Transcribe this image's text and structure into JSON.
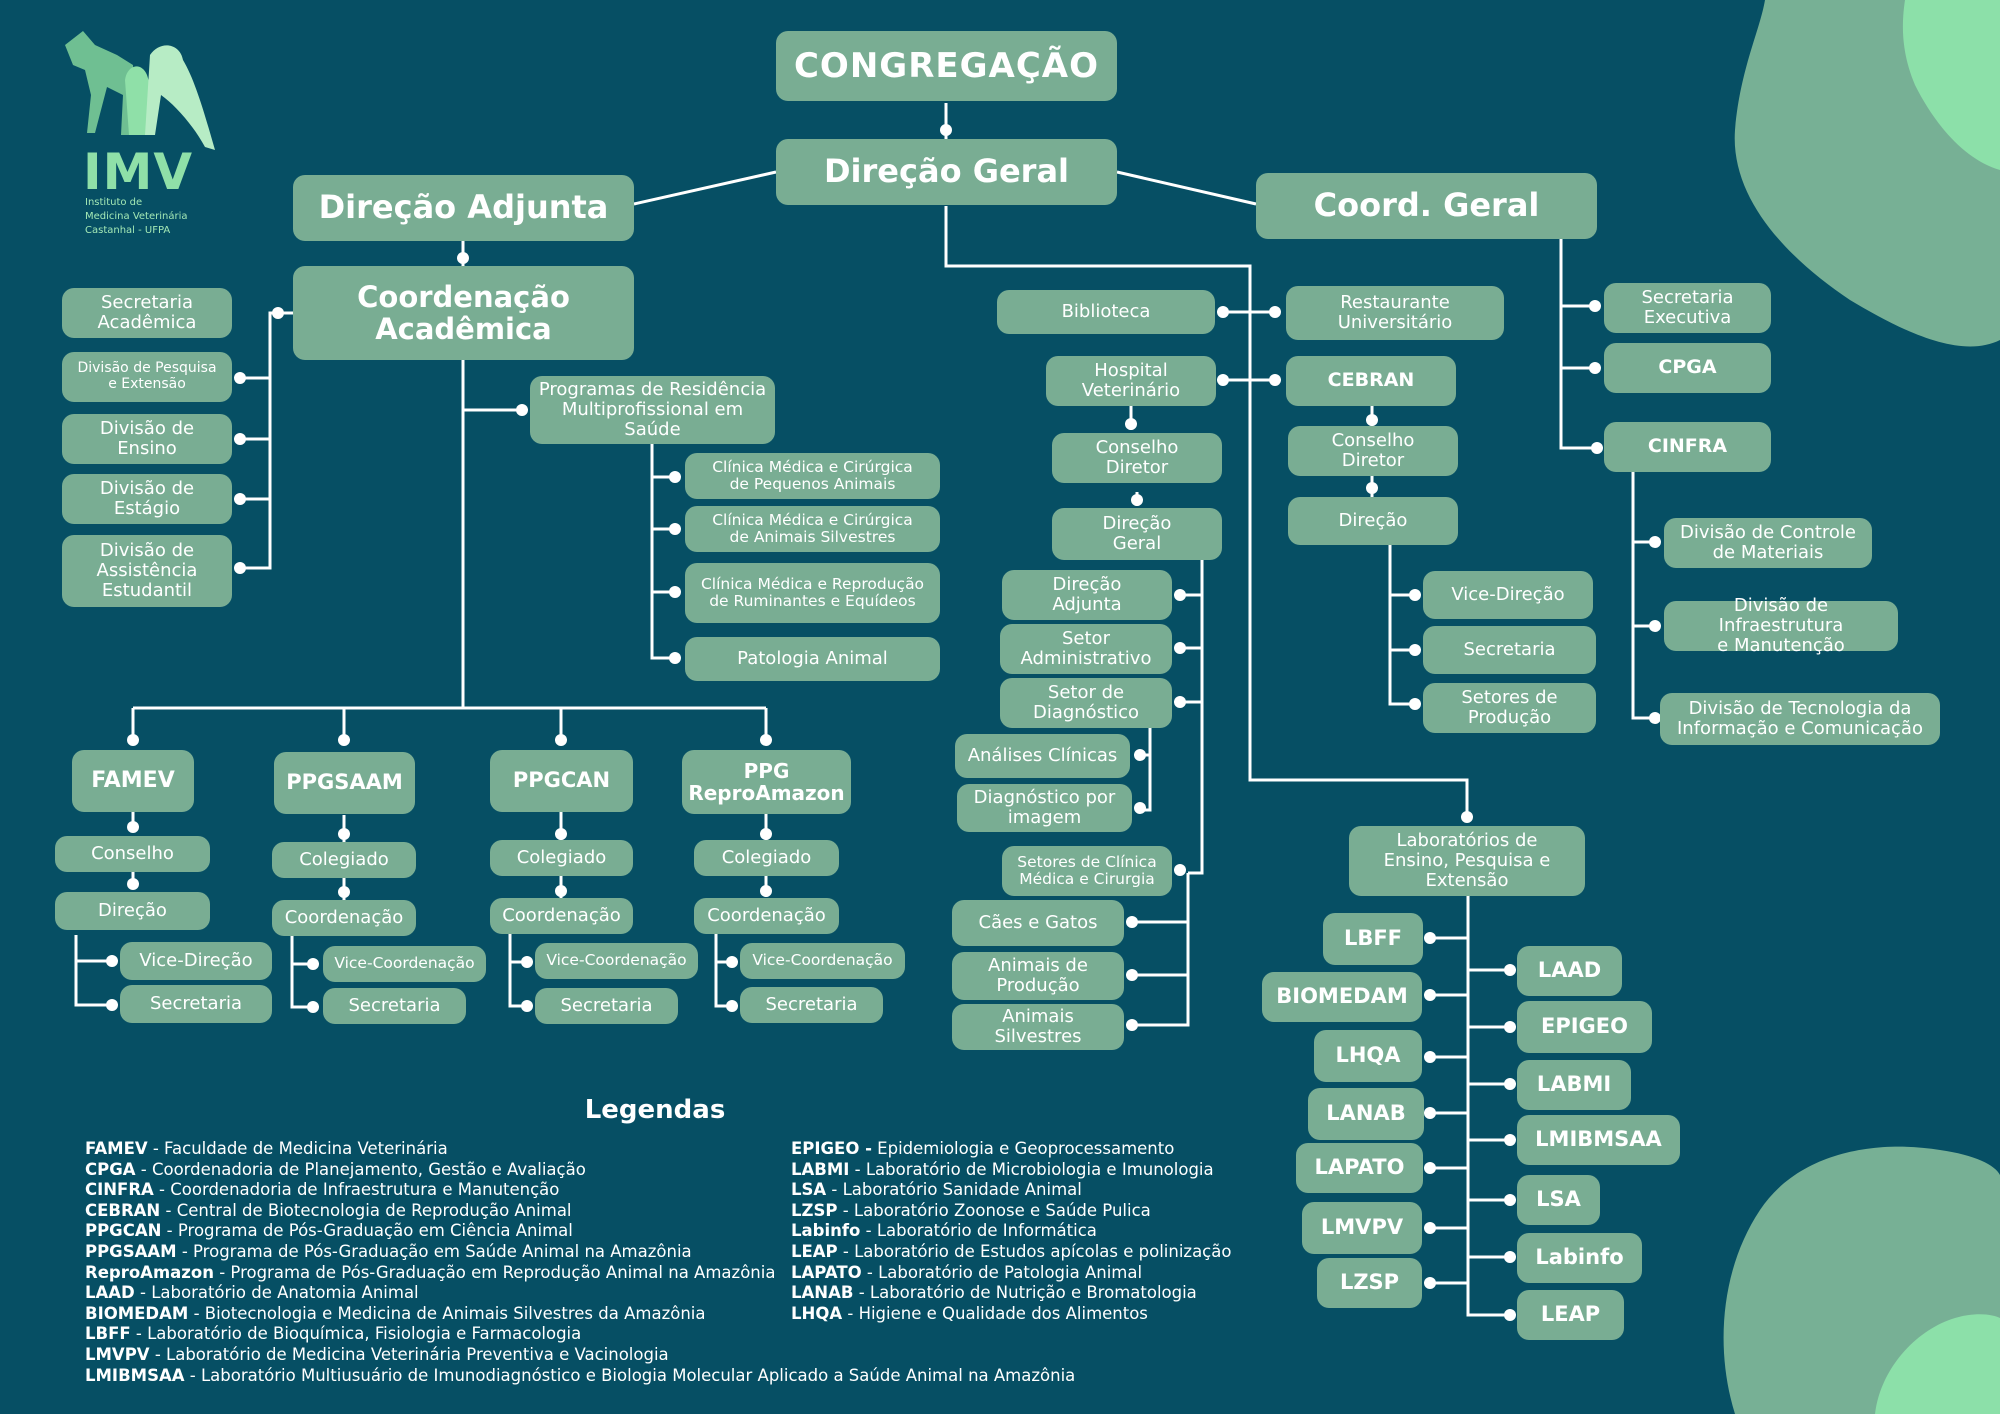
{
  "logo": {
    "abbr": "IMV",
    "lines": [
      "Instituto de",
      "Medicina Veterinária",
      "Castanhal - UFPA"
    ]
  },
  "colors": {
    "background": "#064f64",
    "box": "#79ad93",
    "accent_light": "#8ce0a9",
    "accent_mid": "#77b095",
    "line": "#ffffff"
  },
  "nodes": {
    "congregacao": "CONGREGAÇÃO",
    "direcao_geral": "Direção Geral",
    "direcao_adjunta": "Direção Adjunta",
    "coord_geral": "Coord. Geral",
    "coord_academica": "Coordenação\nAcadêmica",
    "secretaria_academica": "Secretaria\nAcadêmica",
    "divisao_pesquisa": "Divisão de Pesquisa\ne Extensão",
    "divisao_ensino": "Divisão de\nEnsino",
    "divisao_estagio": "Divisão de\nEstágio",
    "divisao_assistencia": "Divisão de\nAssistência\nEstudantil",
    "programas_residencia": "Programas de Residência\nMultiprofissional em\nSaúde",
    "clinica_pequenos": "Clínica Médica e Cirúrgica\nde Pequenos Animais",
    "clinica_silvestres": "Clínica Médica e Cirúrgica\nde Animais Silvestres",
    "clinica_ruminantes": "Clínica Médica e Reprodução\nde Ruminantes e Equídeos",
    "patologia_animal": "Patologia Animal",
    "famev": "FAMEV",
    "ppgsaam": "PPGSAAM",
    "ppgcan": "PPGCAN",
    "ppg_reproamazon": "PPG\nReproAmazon",
    "conselho": "Conselho",
    "direcao": "Direção",
    "vice_direcao": "Vice-Direção",
    "secretaria": "Secretaria",
    "colegiado": "Colegiado",
    "coordenacao": "Coordenação",
    "vice_coordenacao": "Vice-Coordenação",
    "biblioteca": "Biblioteca",
    "restaurante": "Restaurante\nUniversitário",
    "hospital": "Hospital\nVeterinário",
    "cebran": "CEBRAN",
    "conselho_diretor": "Conselho\nDiretor",
    "direcao_geral_hv": "Direção\nGeral",
    "direcao_adjunta_hv": "Direção\nAdjunta",
    "setor_administrativo": "Setor\nAdministrativo",
    "setor_diagnostico": "Setor de\nDiagnóstico",
    "analises_clinicas": "Análises Clínicas",
    "diagnostico_imagem": "Diagnóstico por\nimagem",
    "setores_clinica": "Setores de Clínica\nMédica e Cirurgia",
    "caes_gatos": "Cães e Gatos",
    "animais_producao": "Animais de\nProdução",
    "animais_silvestres": "Animais Silvestres",
    "setores_producao": "Setores de\nProdução",
    "laboratorios": "Laboratórios de\nEnsino, Pesquisa e\nExtensão",
    "secretaria_executiva": "Secretaria\nExecutiva",
    "cpga": "CPGA",
    "cinfra": "CINFRA",
    "divisao_controle": "Divisão de Controle\nde Materiais",
    "divisao_infra": "Divisão de Infraestrutura\ne Manutenção",
    "divisao_ti": "Divisão de Tecnologia da\nInformação e Comunicação"
  },
  "labs_left": [
    "LBFF",
    "BIOMEDAM",
    "LHQA",
    "LANAB",
    "LAPATO",
    "LMVPV",
    "LZSP"
  ],
  "labs_right": [
    "LAAD",
    "EPIGEO",
    "LABMI",
    "LMIBMSAA",
    "LSA",
    "Labinfo",
    "LEAP"
  ],
  "legend": {
    "title": "Legendas",
    "left": [
      {
        "abbr": "FAMEV",
        "desc": " - Faculdade de Medicina Veterinária"
      },
      {
        "abbr": "CPGA",
        "desc": " - Coordenadoria de Planejamento, Gestão e Avaliação"
      },
      {
        "abbr": "CINFRA",
        "desc": " - Coordenadoria de Infraestrutura e Manutenção"
      },
      {
        "abbr": "CEBRAN",
        "desc": " - Central de Biotecnologia de Reprodução Animal"
      },
      {
        "abbr": "PPGCAN",
        "desc": " - Programa de Pós-Graduação em Ciência Animal"
      },
      {
        "abbr": "PPGSAAM",
        "desc": " - Programa de Pós-Graduação em Saúde Animal na Amazônia"
      },
      {
        "abbr": "ReproAmazon",
        "desc": " - Programa de Pós-Graduação em Reprodução Animal na Amazônia"
      },
      {
        "abbr": "LAAD",
        "desc": " - Laboratório de Anatomia Animal"
      },
      {
        "abbr": "BIOMEDAM",
        "desc": " - Biotecnologia e Medicina de Animais Silvestres da Amazônia"
      },
      {
        "abbr": "LBFF",
        "desc": " - Laboratório de Bioquímica, Fisiologia e Farmacologia"
      },
      {
        "abbr": "LMVPV",
        "desc": " - Laboratório de Medicina Veterinária Preventiva e Vacinologia"
      },
      {
        "abbr": "LMIBMSAA",
        "desc": " - Laboratório Multiusuário de Imunodiagnóstico e Biologia Molecular Aplicado a Saúde Animal na Amazônia"
      }
    ],
    "right": [
      {
        "abbr": "EPIGEO -",
        "desc": " Epidemiologia e Geoprocessamento"
      },
      {
        "abbr": "LABMI",
        "desc": " - Laboratório de Microbiologia e Imunologia"
      },
      {
        "abbr": "LSA",
        "desc": " - Laboratório Sanidade Animal"
      },
      {
        "abbr": "LZSP",
        "desc": " - Laboratório Zoonose e Saúde Pulica"
      },
      {
        "abbr": "Labinfo",
        "desc": " - Laboratório de Informática"
      },
      {
        "abbr": "LEAP",
        "desc": " - Laboratório de Estudos apícolas e polinização"
      },
      {
        "abbr": "LAPATO",
        "desc": " - Laboratório de Patologia Animal"
      },
      {
        "abbr": "LANAB",
        "desc": " - Laboratório de Nutrição e Bromatologia"
      },
      {
        "abbr": "LHQA",
        "desc": " - Higiene e Qualidade dos Alimentos"
      }
    ]
  }
}
